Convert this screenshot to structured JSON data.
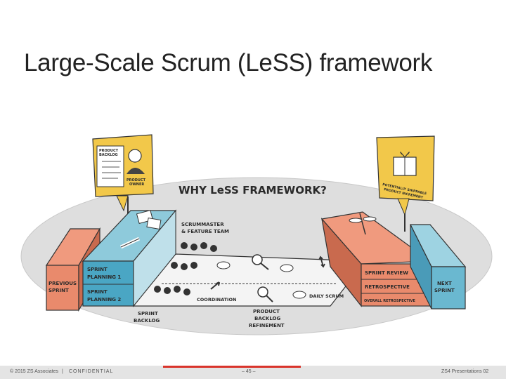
{
  "slide": {
    "title": "Large-Scale Scrum (LeSS) framework"
  },
  "diagram": {
    "heading": "WHY LeSS FRAMEWORK?",
    "left_card": {
      "line1": "PRODUCT",
      "line2": "BACKLOG",
      "owner_line1": "PRODUCT",
      "owner_line2": "OWNER"
    },
    "right_card": {
      "line1": "POTENTIALLY SHIPPABLE",
      "line2": "PRODUCT INCREMENT"
    },
    "labels": {
      "previous_sprint_1": "PREVIOUS",
      "previous_sprint_2": "SPRINT",
      "sprint_planning_1": "SPRINT",
      "sprint_planning_1b": "PLANNING 1",
      "sprint_planning_2": "SPRINT",
      "sprint_planning_2b": "PLANNING 2",
      "scrummaster_1": "SCRUMMASTER",
      "scrummaster_2": "& FEATURE TEAM",
      "sprint_backlog_1": "SPRINT",
      "sprint_backlog_2": "BACKLOG",
      "coordination": "COORDINATION",
      "pbr_1": "PRODUCT",
      "pbr_2": "BACKLOG",
      "pbr_3": "REFINEMENT",
      "daily_scrum": "DAILY SCRUM",
      "sprint_review": "SPRINT REVIEW",
      "retrospective": "RETROSPECTIVE",
      "overall_retro": "OVERALL RETROSPECTIVE",
      "next_sprint_1": "NEXT",
      "next_sprint_2": "SPRINT"
    },
    "colors": {
      "orange": "#e98a6c",
      "orange_dark": "#c96a4e",
      "blue": "#4aa6c4",
      "blue_light": "#8ecadb",
      "yellow": "#f2c84a",
      "ellipse": "#dcdcdc"
    }
  },
  "footer": {
    "copyright": "© 2015 ZS Associates",
    "separator": "|",
    "confidential": "CONFIDENTIAL",
    "page": "– 45 –",
    "right": "ZS4 Presentations 02"
  }
}
